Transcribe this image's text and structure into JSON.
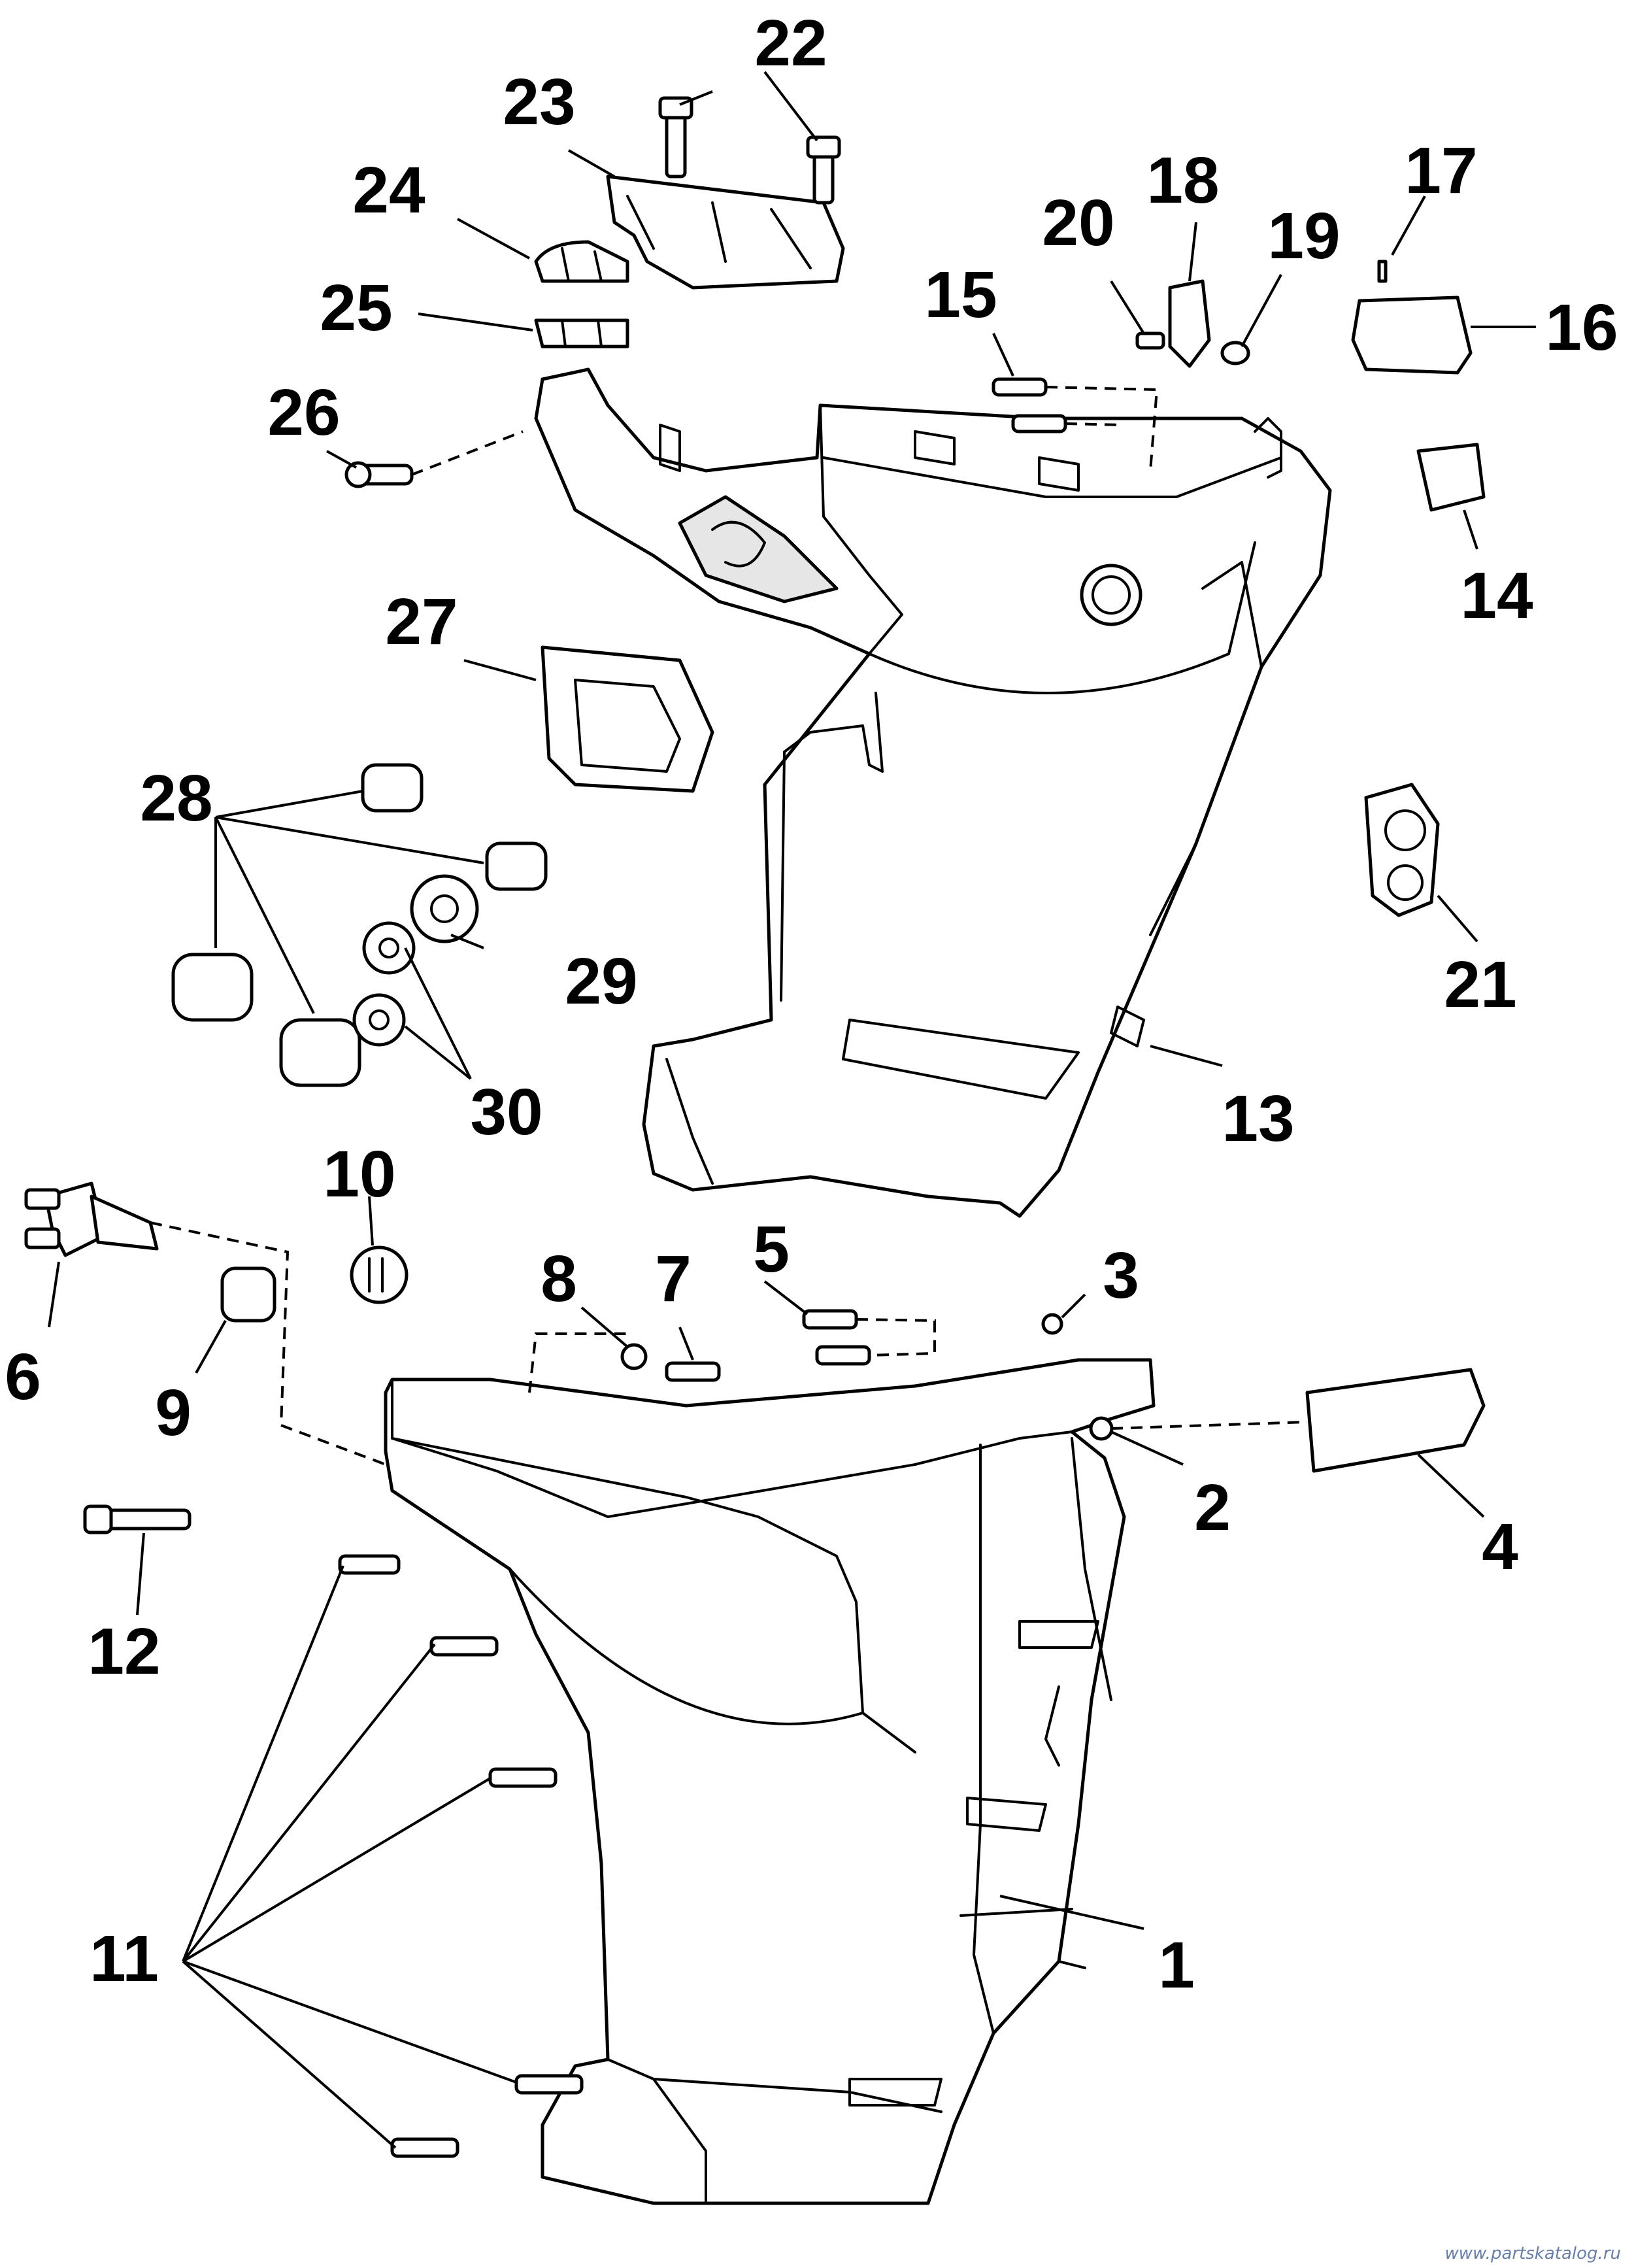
{
  "callouts": [
    {
      "id": "1",
      "text": "1"
    },
    {
      "id": "2",
      "text": "2"
    },
    {
      "id": "3",
      "text": "3"
    },
    {
      "id": "4",
      "text": "4"
    },
    {
      "id": "5",
      "text": "5"
    },
    {
      "id": "6",
      "text": "6"
    },
    {
      "id": "7",
      "text": "7"
    },
    {
      "id": "8",
      "text": "8"
    },
    {
      "id": "9",
      "text": "9"
    },
    {
      "id": "10",
      "text": "10"
    },
    {
      "id": "11",
      "text": "11"
    },
    {
      "id": "12",
      "text": "12"
    },
    {
      "id": "13",
      "text": "13"
    },
    {
      "id": "14",
      "text": "14"
    },
    {
      "id": "15",
      "text": "15"
    },
    {
      "id": "16",
      "text": "16"
    },
    {
      "id": "17",
      "text": "17"
    },
    {
      "id": "18",
      "text": "18"
    },
    {
      "id": "19",
      "text": "19"
    },
    {
      "id": "20",
      "text": "20"
    },
    {
      "id": "21",
      "text": "21"
    },
    {
      "id": "22",
      "text": "22"
    },
    {
      "id": "23",
      "text": "23"
    },
    {
      "id": "24",
      "text": "24"
    },
    {
      "id": "25",
      "text": "25"
    },
    {
      "id": "26",
      "text": "26"
    },
    {
      "id": "27",
      "text": "27"
    },
    {
      "id": "28",
      "text": "28"
    },
    {
      "id": "29",
      "text": "29"
    },
    {
      "id": "30",
      "text": "30"
    }
  ],
  "watermark": "www.partskatalog.ru"
}
